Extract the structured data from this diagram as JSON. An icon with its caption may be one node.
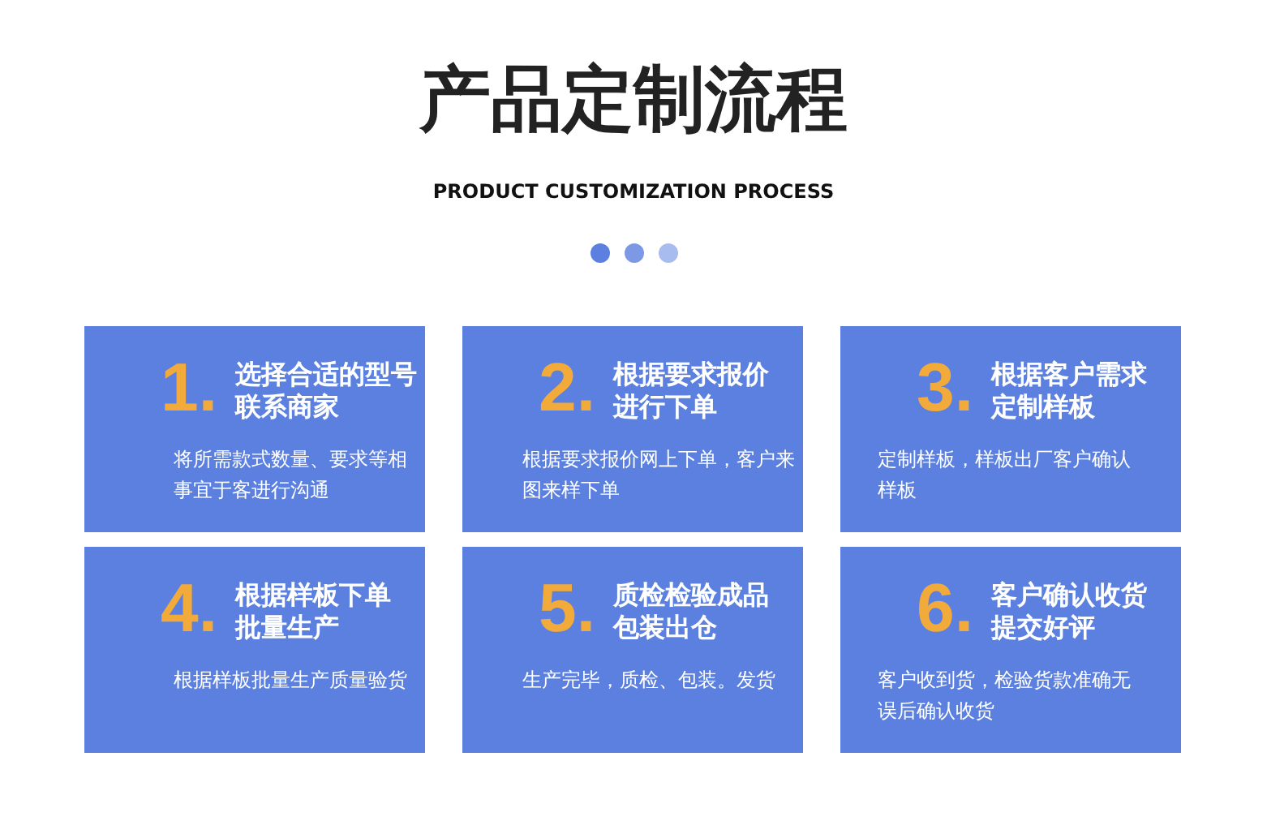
{
  "diagram": {
    "title": "产品定制流程",
    "nodes": [
      {
        "text": [
          "1.",
          "选择合适的型号联系商家",
          "将所需款式数量、要求等相事宜于客进行沟通"
        ]
      },
      {
        "text": [
          "2.",
          "根据要求报价进行下单",
          "根据要求报价网上下单，客户来图来样下单"
        ]
      },
      {
        "text": [
          "3.",
          "根据客户需求定制样板",
          "定制样板，样板出厂客户确认样板"
        ]
      },
      {
        "text": [
          "4.",
          "根据样板下单批量生产",
          "根据样板批量生产质量验货"
        ]
      },
      {
        "text": [
          "5.",
          "质检检验成品包装出仓",
          "生产完毕，质检、包装。发货"
        ]
      },
      {
        "text": [
          "6.",
          "客户确认收货提交好评",
          "客户收到货，检验货款准确无误后确认收货"
        ]
      }
    ],
    "edges": [],
    "labels": [
      "PRODUCT CUSTOMIZATION PROCESS"
    ]
  }
}
